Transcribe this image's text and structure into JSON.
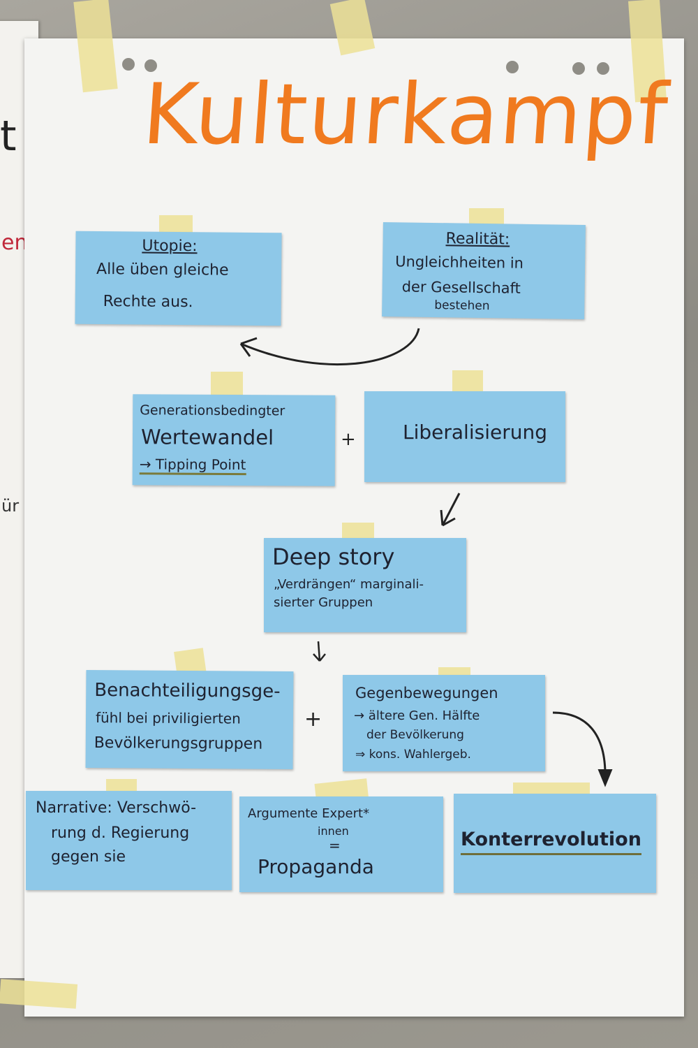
{
  "title": "Kulturkampf",
  "left_sheet": {
    "frag1": "t",
    "frag2": "en",
    "frag3": "ür"
  },
  "notes": {
    "utopie": {
      "heading": "Utopie:",
      "line1": "Alle üben gleiche",
      "line2": "Rechte aus."
    },
    "realitaet": {
      "heading": "Realität:",
      "line1": "Ungleichheiten in",
      "line2": "der Gesellschaft",
      "line3": "bestehen"
    },
    "wertewandel": {
      "line1": "Generationsbedingter",
      "line2": "Wertewandel",
      "line3": "→ Tipping Point"
    },
    "liberalisierung": {
      "line1": "Liberalisierung"
    },
    "deep_story": {
      "line1": "Deep story",
      "line2": "„Verdrängen“ marginali-",
      "line3": "sierter Gruppen"
    },
    "benachteiligung": {
      "line1": "Benachteiligungsge-",
      "line2": "fühl bei priviligierten",
      "line3": "Bevölkerungsgruppen"
    },
    "gegenbewegungen": {
      "line1": "Gegenbewegungen",
      "line2": "→ ältere Gen. Hälfte",
      "line3": "der Bevölkerung",
      "line4": "⇒ kons. Wahlergeb."
    },
    "narrative": {
      "line1": "Narrative: Verschwö-",
      "line2": "rung d. Regierung",
      "line3": "gegen sie"
    },
    "argumente": {
      "line1": "Argumente Expert*",
      "line2": "innen",
      "line3": "=",
      "line4": "Propaganda"
    },
    "konterrevolution": {
      "line1": "Konterrevolution"
    }
  },
  "plus_signs": {
    "plus1": "+",
    "plus2": "+"
  },
  "colors": {
    "title": "#f07a1f",
    "note": "#8ec8e8",
    "ink": "#1e2230",
    "tape": "#ece096"
  }
}
